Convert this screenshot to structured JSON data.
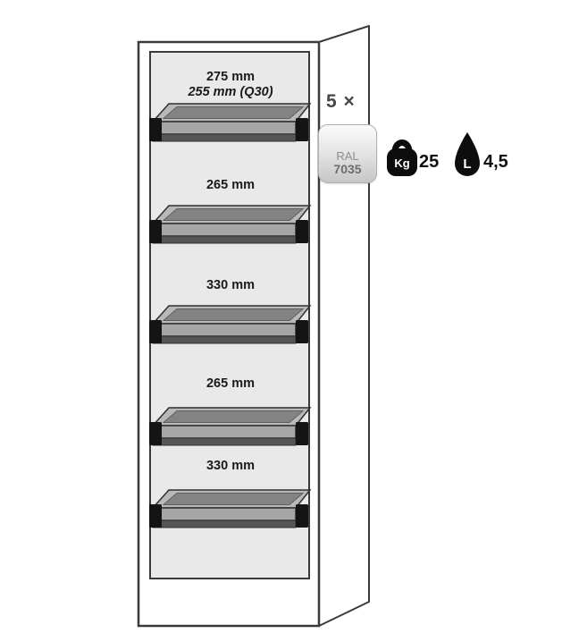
{
  "diagram": {
    "quantity": "5 ×",
    "shelf_labels": [
      {
        "primary": "275 mm",
        "secondary": "255 mm (Q30)"
      },
      {
        "primary": "265 mm"
      },
      {
        "primary": "330 mm"
      },
      {
        "primary": "265 mm"
      },
      {
        "primary": "330 mm"
      }
    ]
  },
  "spec_badges": {
    "ral": {
      "label": "RAL",
      "code": "7035",
      "swatch_color": "#d4d4d4"
    },
    "load": {
      "unit": "Kg",
      "value": "25"
    },
    "volume": {
      "unit": "L",
      "value": "4,5"
    }
  },
  "colors": {
    "outline": "#3a3a3a",
    "interior": "#e9e9e9",
    "tray_top": "#b8b8b8",
    "tray_front": "#a6a6a6",
    "tray_rim": "#565656",
    "icon_black": "#0d0d0d"
  }
}
